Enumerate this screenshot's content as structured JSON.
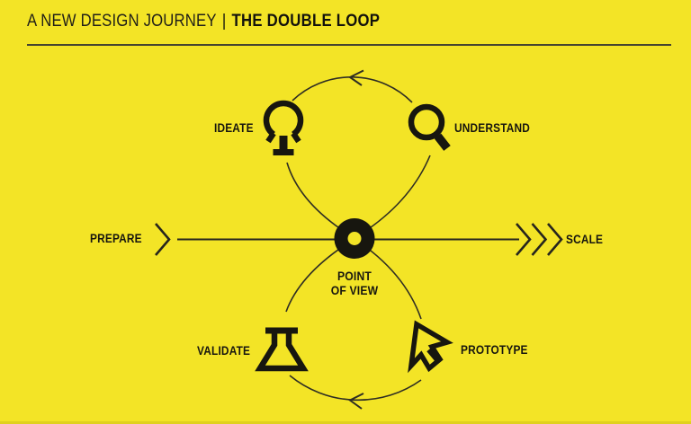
{
  "title_bar": {
    "pretitle": "A NEW DESIGN JOURNEY",
    "separator": "|",
    "title": "THE DOUBLE LOOP"
  },
  "diagram": {
    "center": {
      "icon": "donut-ring-icon",
      "line1": "POINT",
      "line2": "OF VIEW"
    },
    "stages": [
      {
        "label": "IDEATE",
        "icon": "lightbulb-icon",
        "position": "top-left"
      },
      {
        "label": "UNDERSTAND",
        "icon": "magnifier-icon",
        "position": "top-right"
      },
      {
        "label": "VALIDATE",
        "icon": "flask-icon",
        "position": "bottom-left"
      },
      {
        "label": "PROTOTYPE",
        "icon": "cursor-icon",
        "position": "bottom-right"
      }
    ],
    "axis": {
      "left_label": "PREPARE",
      "right_label": "SCALE"
    },
    "flow": {
      "shape": "double-loop-figure-eight",
      "top_loop_arrow_direction": "left",
      "bottom_loop_arrow_direction": "left"
    }
  },
  "colors": {
    "background": "#F3E426",
    "ink": "#17160F",
    "thin_line": "#2E2D23",
    "axis_line": "#26251D",
    "header_rule": "#45442F",
    "bottom_edge": "#E0D11F"
  }
}
